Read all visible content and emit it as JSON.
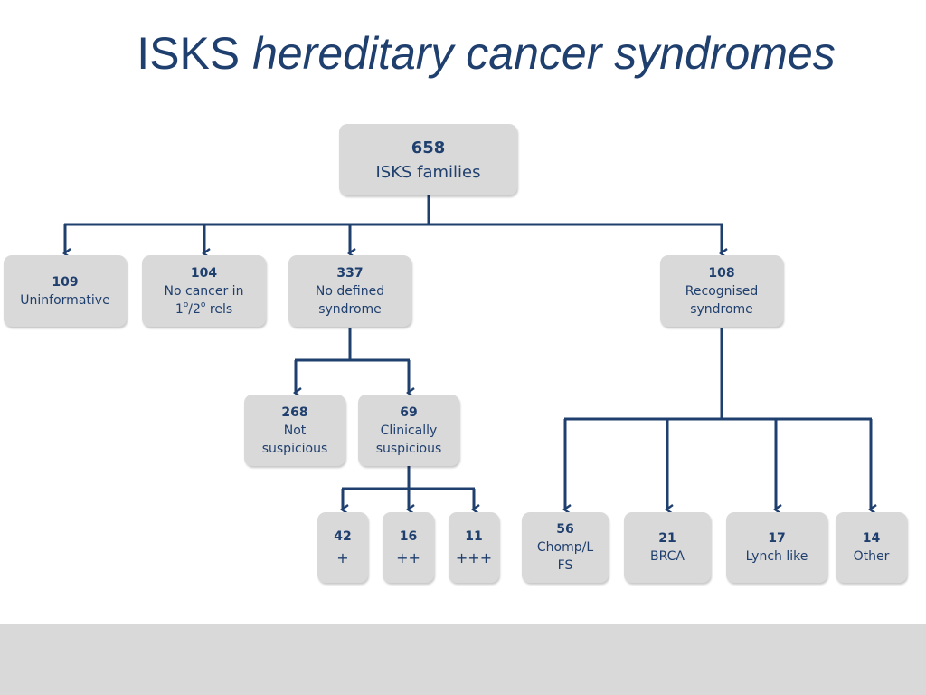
{
  "title": {
    "plain": "ISKS",
    "italic": "hereditary cancer syndromes"
  },
  "nodes": {
    "root": {
      "num": "658",
      "label": "ISKS families"
    },
    "uninformative": {
      "num": "109",
      "label": "Uninformative"
    },
    "no_cancer": {
      "num": "104",
      "label_line1": "No cancer in",
      "label_line2_a": "1",
      "sup_a": "o",
      "label_line2_b": "/2",
      "sup_b": "o",
      "label_line2_c": " rels"
    },
    "no_defined": {
      "num": "337",
      "label_line1": "No defined",
      "label_line2": "syndrome"
    },
    "recognised": {
      "num": "108",
      "label_line1": "Recognised",
      "label_line2": "syndrome"
    },
    "not_suspicious": {
      "num": "268",
      "label_line1": "Not",
      "label_line2": "suspicious"
    },
    "clinically": {
      "num": "69",
      "label_line1": "Clinically",
      "label_line2": "suspicious"
    },
    "plus1": {
      "num": "42",
      "label": "+"
    },
    "plus2": {
      "num": "16",
      "label": "++"
    },
    "plus3": {
      "num": "11",
      "label": "+++"
    },
    "chomp": {
      "num": "56",
      "label_line1": "Chomp/L",
      "label_line2": "FS"
    },
    "brca": {
      "num": "21",
      "label": "BRCA"
    },
    "lynch": {
      "num": "17",
      "label": "Lynch like"
    },
    "other": {
      "num": "14",
      "label": "Other"
    }
  },
  "colors": {
    "box": "#d9d9d9",
    "text": "#1f3f6e",
    "connector": "#1f3f6e",
    "band": "#d9d9d9"
  }
}
